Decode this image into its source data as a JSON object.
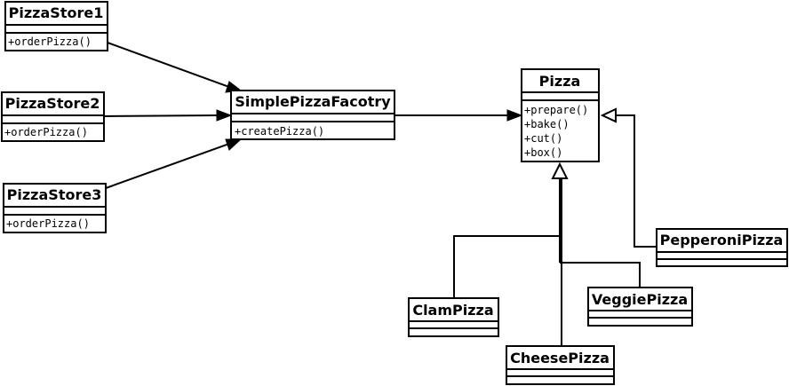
{
  "classes": {
    "store1": {
      "name": "PizzaStore1",
      "operations": [
        "+orderPizza()"
      ]
    },
    "store2": {
      "name": "PizzaStore2",
      "operations": [
        "+orderPizza()"
      ]
    },
    "store3": {
      "name": "PizzaStore3",
      "operations": [
        "+orderPizza()"
      ]
    },
    "factory": {
      "name": "SimplePizzaFacotry",
      "operations": [
        "+createPizza()"
      ]
    },
    "pizza": {
      "name": "Pizza",
      "operations": [
        "+prepare()",
        "+bake()",
        "+cut()",
        "+box()"
      ]
    },
    "pepperoni": {
      "name": "PepperoniPizza",
      "operations": []
    },
    "clam": {
      "name": "ClamPizza",
      "operations": []
    },
    "veggie": {
      "name": "VeggiePizza",
      "operations": []
    },
    "cheese": {
      "name": "CheesePizza",
      "operations": []
    }
  }
}
